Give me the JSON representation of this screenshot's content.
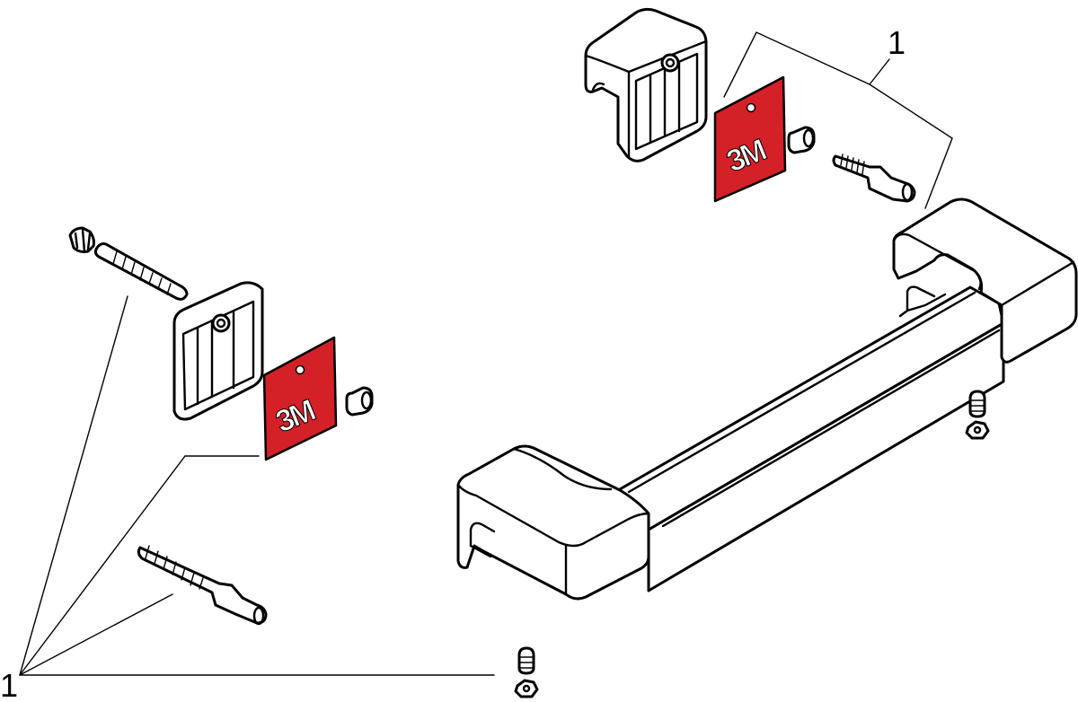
{
  "callouts": {
    "top_right": "1",
    "bottom_left": "1"
  },
  "adhesive_pad_label": "3M",
  "colors": {
    "adhesive_pad": "#d42027",
    "line": "#000000",
    "background": "#ffffff"
  }
}
